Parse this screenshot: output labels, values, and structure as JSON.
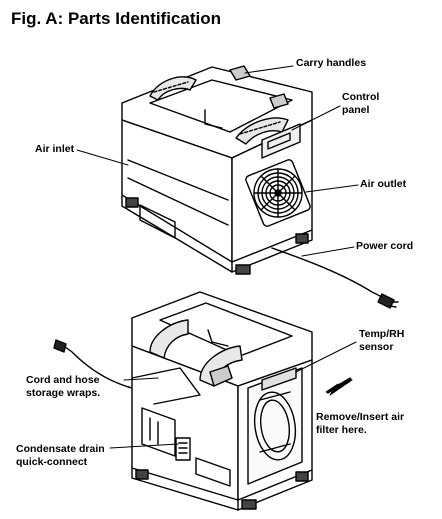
{
  "figure": {
    "title": "Fig. A: Parts Identification"
  },
  "labels": {
    "carry_handles": "Carry handles",
    "control_panel_line1": "Control",
    "control_panel_line2": "panel",
    "air_inlet": "Air inlet",
    "air_outlet": "Air outlet",
    "power_cord": "Power cord",
    "temp_rh_line1": "Temp/RH",
    "temp_rh_line2": "sensor",
    "cord_hose_line1": "Cord and hose",
    "cord_hose_line2": "storage wraps.",
    "remove_filter_line1": "Remove/Insert air",
    "remove_filter_line2": "filter here.",
    "drain_line1": "Condensate drain",
    "drain_line2": "quick-connect"
  }
}
